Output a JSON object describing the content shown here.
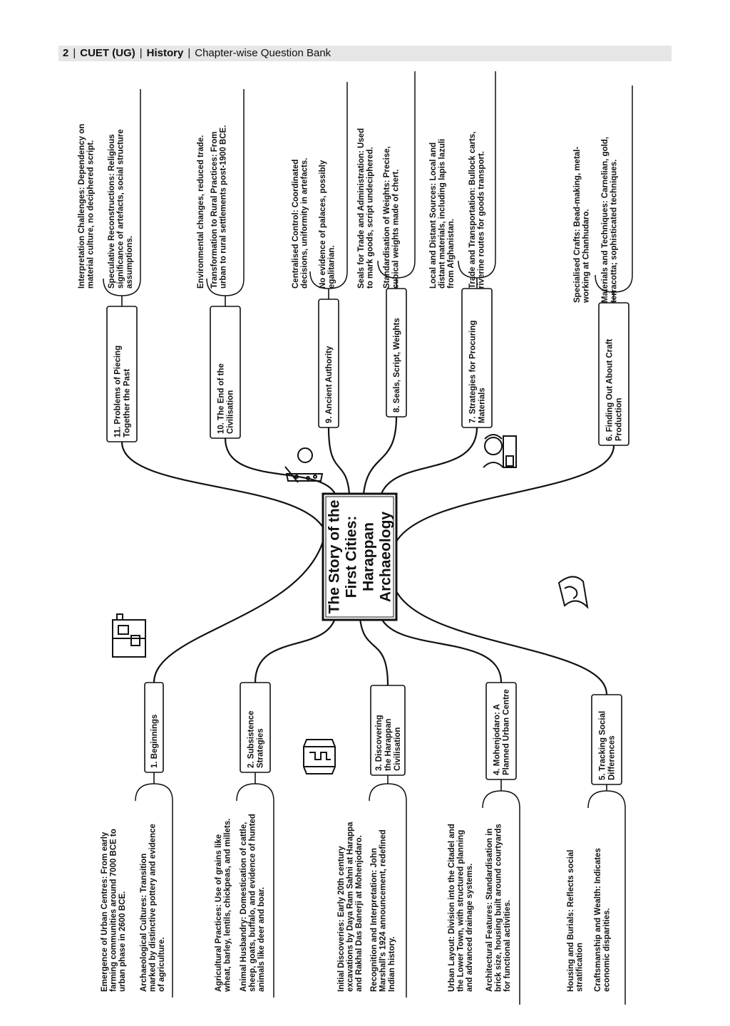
{
  "header": {
    "page_number": "2",
    "exam": "CUET (UG)",
    "subject": "History",
    "book": "Chapter-wise Question Bank"
  },
  "center": {
    "lines": [
      "The Story of the",
      "First Cities:",
      "Harappan",
      "Archaeology"
    ]
  },
  "branches": [
    {
      "label": [
        "1. Beginnings"
      ],
      "notes": [
        [
          "Emergence of Urban Centres: From early",
          "farming communities around 7000 BCE to",
          "urban phase in 2600 BCE."
        ],
        [
          "Archaeological Cultures: Transition",
          "marked by distinctive pottery and evidence",
          "of agriculture."
        ]
      ]
    },
    {
      "label": [
        "2. Subsistence",
        "Strategies"
      ],
      "notes": [
        [
          "Agricultural Practices: Use of grains like",
          "wheat, barley, lentils, chickpeas, and millets."
        ],
        [
          "Animal Husbandry: Domestication of cattle,",
          "sheep, goats, buffalo, and evidence of hunted",
          "animals like deer and boar."
        ]
      ]
    },
    {
      "label": [
        "3. Discovering",
        "the Harappan",
        "Civilisation"
      ],
      "notes": [
        [
          "Initial Discoveries: Early 20th century",
          "excavations by Daya Ram Sahni at Harappa",
          "and Rakhal Das Banerji at Mohenjodaro."
        ],
        [
          "Recognition and Interpretation: John",
          "Marshall's 1924 announcement, redefined",
          "Indian history."
        ]
      ]
    },
    {
      "label": [
        "4. Mohenjodaro: A",
        "Planned Urban Centre"
      ],
      "notes": [
        [
          "Urban Layout: Division into the Citadel and",
          "the Lower Town, with structured planning",
          "and advanced drainage systems."
        ],
        [
          "Architectural Features: Standardisation in",
          "brick size, housing built around courtyards",
          "for functional activities."
        ]
      ]
    },
    {
      "label": [
        "5. Tracking Social",
        "Differences"
      ],
      "notes": [
        [
          "Housing and Burials: Reflects social",
          "stratification"
        ],
        [
          "Craftsmanship and Wealth: Indicates",
          "economic disparities."
        ]
      ]
    },
    {
      "label": [
        "6. Finding Out About Craft",
        "Production"
      ],
      "notes": [
        [
          "Specialised Crafts: Bead-making, metal-",
          "working at Chanhudaro."
        ],
        [
          "Materials and Techniques:  Carnelian, gold,",
          "terracotta; sophisticated techniques."
        ]
      ]
    },
    {
      "label": [
        "7. Strategies for Procuring",
        "Materials"
      ],
      "notes": [
        [
          "Local and Distant Sources: Local and",
          "distant materials, including lapis lazuli",
          "from Afghanistan."
        ],
        [
          "Trade and Transportation: Bullock carts,",
          "riverine routes for goods transport."
        ]
      ]
    },
    {
      "label": [
        "8. Seals, Script, Weights"
      ],
      "notes": [
        [
          "Seals for Trade and Administration: Used",
          "to mark goods, script undeciphered."
        ],
        [
          "Standardisation of Weights: Precise,",
          "cubical weights made of chert."
        ]
      ]
    },
    {
      "label": [
        "9. Ancient Authority"
      ],
      "notes": [
        [
          "Centralised Control: Coordinated",
          "decisions, uniformity in artefacts."
        ],
        [
          "No evidence of palaces, possibly",
          "egalitarian."
        ]
      ]
    },
    {
      "label": [
        "10. The End of the",
        "Civilisation"
      ],
      "notes": [
        [
          "Environmental changes, reduced trade."
        ],
        [
          "Transformation to Rural Practices: From",
          "urban to rural settlements post-1900 BCE."
        ]
      ]
    },
    {
      "label": [
        "11. Problems of Piecing",
        "Together the Past"
      ],
      "notes": [
        [
          "Interpretation Challenges: Dependency on",
          "material culture, no deciphered script."
        ],
        [
          "Speculative Reconstructions: Religious",
          "significance of artefacts, social structure",
          "assumptions."
        ]
      ]
    }
  ],
  "icons": [
    "ruins-icon",
    "excavation-icon",
    "worker-icon",
    "river-icon",
    "pottery-icon"
  ]
}
